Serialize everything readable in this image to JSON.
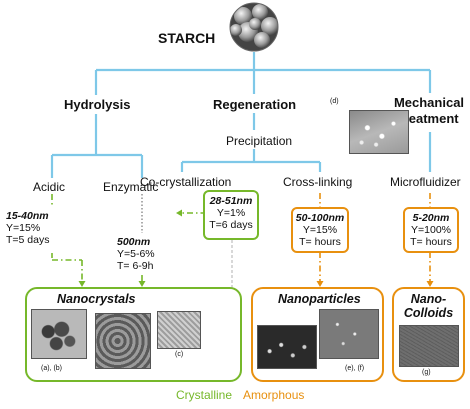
{
  "root": {
    "label": "STARCH"
  },
  "methods": {
    "hydrolysis": "Hydrolysis",
    "regeneration": "Regeneration",
    "mechanical_line1": "Mechanical",
    "mechanical_line2": "treatment"
  },
  "sub": {
    "precipitation": "Precipitation",
    "cocrystallization": "Co-crystallization",
    "crosslinking": "Cross-linking",
    "microfluidizer": "Microfluidizer",
    "acidic": "Acidic",
    "enzymatic": "Enzymatic"
  },
  "yield_boxes": {
    "acidic": {
      "size": "15-40nm",
      "y": "Y=15%",
      "t": "T=5 days"
    },
    "enzymatic": {
      "size": "500nm",
      "y": "Y=5-6%",
      "t": "T= 6-9h"
    },
    "cocryst": {
      "size": "28-51nm",
      "y": "Y=1%",
      "t": "T=6 days"
    },
    "crosslink": {
      "size": "50-100nm",
      "y": "Y=15%",
      "t": "T= hours"
    },
    "microfluid": {
      "size": "5-20nm",
      "y": "Y=100%",
      "t": "T= hours"
    }
  },
  "products": {
    "nanocrystals": "Nanocrystals",
    "nanoparticles": "Nanoparticles",
    "nanocolloids_line1": "Nano-",
    "nanocolloids_line2": "Colloids"
  },
  "image_labels": {
    "ab": "(a), (b)",
    "c": "(c)",
    "d": "(d)",
    "ef": "(e), (f)",
    "g": "(g)"
  },
  "legend": {
    "crystalline": "Crystalline",
    "amorphous": "Amorphous"
  },
  "colors": {
    "blue_line": "#7ec8e8",
    "green": "#76b82a",
    "orange": "#e8900f",
    "gray_dotted": "#888888",
    "micrograph_gray": "#9a9a9a"
  }
}
